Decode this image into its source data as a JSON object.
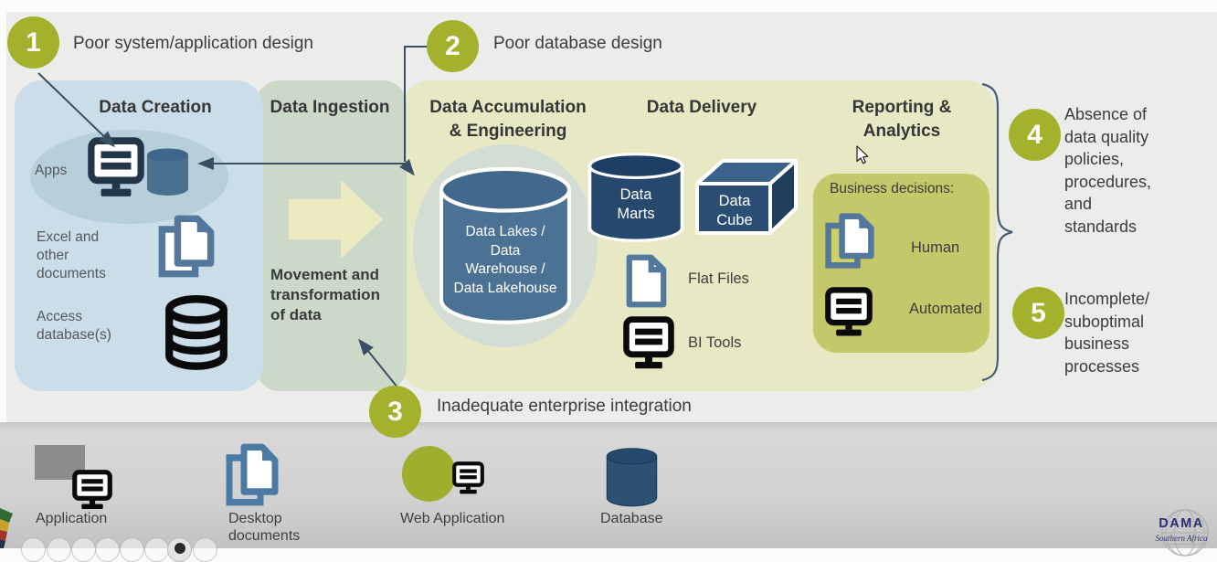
{
  "annotations": {
    "one": {
      "num": "1",
      "label": "Poor system/application design"
    },
    "two": {
      "num": "2",
      "label": "Poor database design"
    },
    "three": {
      "num": "3",
      "label": "Inadequate enterprise integration"
    },
    "four": {
      "num": "4",
      "label": "Absence of\ndata quality\npolicies,\nprocedures,\nand\nstandards"
    },
    "five": {
      "num": "5",
      "label": "Incomplete/\nsuboptimal\nbusiness\nprocesses"
    }
  },
  "stages": {
    "creation": {
      "title": "Data Creation",
      "apps": "Apps",
      "excel": "Excel and\nother\ndocuments",
      "access": "Access\ndatabase(s)"
    },
    "ingestion": {
      "title": "Data Ingestion",
      "caption": "Movement and\ntransformation\nof data"
    },
    "accumulation": {
      "title": "Data Accumulation\n& Engineering",
      "store": "Data Lakes /\nData\nWarehouse /\nData Lakehouse"
    },
    "delivery": {
      "title": "Data Delivery",
      "marts": "Data\nMarts",
      "cube": "Data\nCube",
      "flat_files": "Flat Files",
      "bi_tools": "BI Tools"
    },
    "reporting": {
      "title": "Reporting &\nAnalytics",
      "box_title": "Business decisions:",
      "human": "Human",
      "automated": "Automated"
    }
  },
  "legend": {
    "application": "Application",
    "desktop_documents": "Desktop\ndocuments",
    "web_application": "Web Application",
    "database": "Database"
  },
  "branding": {
    "org": "DAMA",
    "region": "Southern Africa"
  },
  "icons": {
    "monitor": "application-monitor",
    "database_cylinder": "database-cylinder",
    "documents": "stacked-documents",
    "flat_file": "flat-file-page",
    "cube": "data-cube-3d",
    "stacked_disks": "access-database-disks",
    "flow_arrow": "right-flow-arrow",
    "cursor": "mouse-pointer",
    "globe": "globe-wireframe"
  },
  "colors": {
    "accent_green": "#a4b12d",
    "panel_creation": "#cbdde8",
    "panel_ingestion": "#ccd9c9",
    "panel_accumulation": "#e7e9c4",
    "reporting_box": "#c3c86b",
    "navy_cylinder": "#24466b",
    "slate_cylinder": "#4b7295",
    "steel_blue": "#54779c",
    "icon_black": "#0a0a0a",
    "connector": "#3a4f63",
    "dama_navy": "#2b2e6e"
  }
}
